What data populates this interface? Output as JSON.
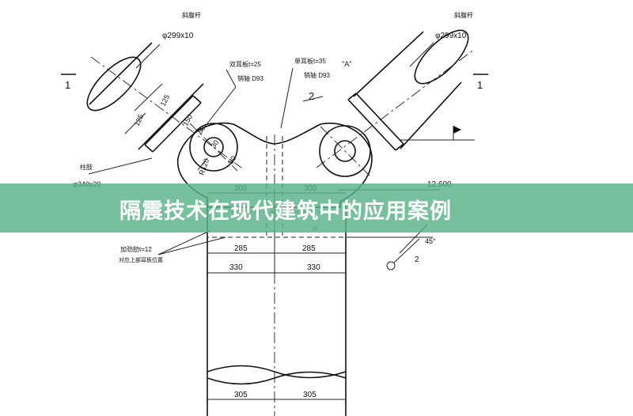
{
  "banner": {
    "title": "隔震技术在现代建筑中的应用案例",
    "color": "#58b287"
  },
  "drawing": {
    "left_pipe_name": "斜腹杆",
    "left_pipe_spec": "φ299x10",
    "right_pipe_name": "斜腹杆",
    "right_pipe_spec": "φ299x10",
    "left_plate_note": "双耳板t=25",
    "left_pin_note": "销轴 D93",
    "right_plate_note": "单耳板t=35",
    "right_pin_note": "销轴 D93",
    "detail_mark": "\"A\"",
    "section_left": "1",
    "section_right": "1",
    "section_mid": "2",
    "section_low": "2",
    "column_note": "柱肢",
    "column_spec": "φ340x20",
    "stiffener_note": "加劲肋t=12",
    "stiffener_note2": "对应上部耳板位置",
    "elevation": "12.600",
    "angle": "45°",
    "dims": {
      "d125a": "125",
      "d125b": "125",
      "d150": "150",
      "d80a": "80",
      "d80b": "80",
      "d30": "30",
      "r": "R120",
      "w305_top_l": "305",
      "w305_top_r": "305",
      "w10": "10",
      "w285_l": "285",
      "w285_r": "285",
      "w330_l": "330",
      "w330_r": "330",
      "w305_bot_l": "305",
      "w305_bot_r": "305"
    }
  }
}
